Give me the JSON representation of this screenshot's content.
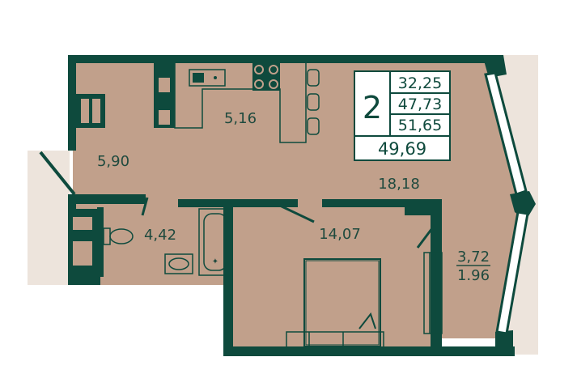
{
  "colors": {
    "wall": "#0e4a3d",
    "floor": "#c1a08b",
    "outside": "#ede4dc",
    "background": "#ffffff",
    "info_bg": "#ffffff"
  },
  "info": {
    "rooms_count": "2",
    "area_living": "32,25",
    "area_total": "47,73",
    "area_with_balcony": "51,65",
    "area_total_reduced": "49,69"
  },
  "rooms": {
    "hall": "5,90",
    "kitchen": "5,16",
    "living": "18,18",
    "bathroom": "4,42",
    "bedroom": "14,07",
    "balcony_area": "3,72",
    "balcony_reduced": "1.96"
  }
}
